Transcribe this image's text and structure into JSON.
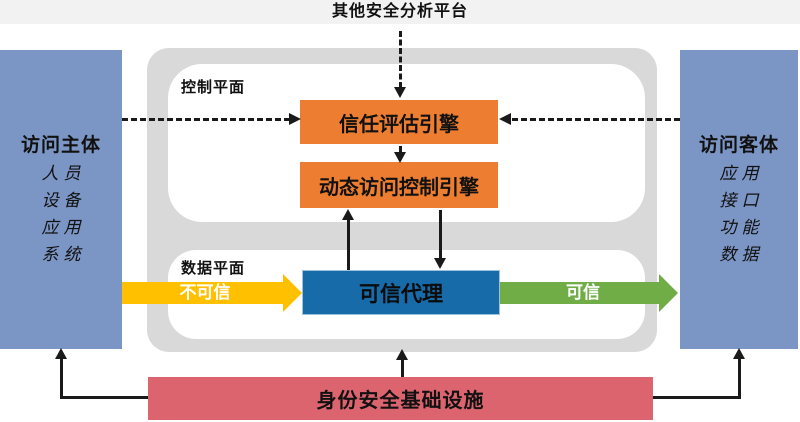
{
  "diagram": {
    "title_strip": {
      "label": "其他安全分析平台"
    },
    "planes": {
      "control": "控制平面",
      "data": "数据平面"
    },
    "subject": {
      "title": "访问主体",
      "items": [
        "人员",
        "设备",
        "应用",
        "系统"
      ]
    },
    "object": {
      "title": "访问客体",
      "items": [
        "应用",
        "接口",
        "功能",
        "数据"
      ]
    },
    "engines": {
      "trust": "信任评估引擎",
      "access": "动态访问控制引擎"
    },
    "proxy": {
      "label": "可信代理"
    },
    "flows": {
      "untrusted": "不可信",
      "trusted": "可信"
    },
    "infrastructure": {
      "label": "身份安全基础设施"
    },
    "colors": {
      "side_box": "#7B95C4",
      "engine": "#ED7D31",
      "proxy": "#176BA8",
      "untrusted_flow": "#FFC000",
      "trusted_flow": "#70AD47",
      "infrastructure": "#DC646F",
      "panel": "#D9D9D9",
      "strip": "#F2F2F2"
    }
  }
}
